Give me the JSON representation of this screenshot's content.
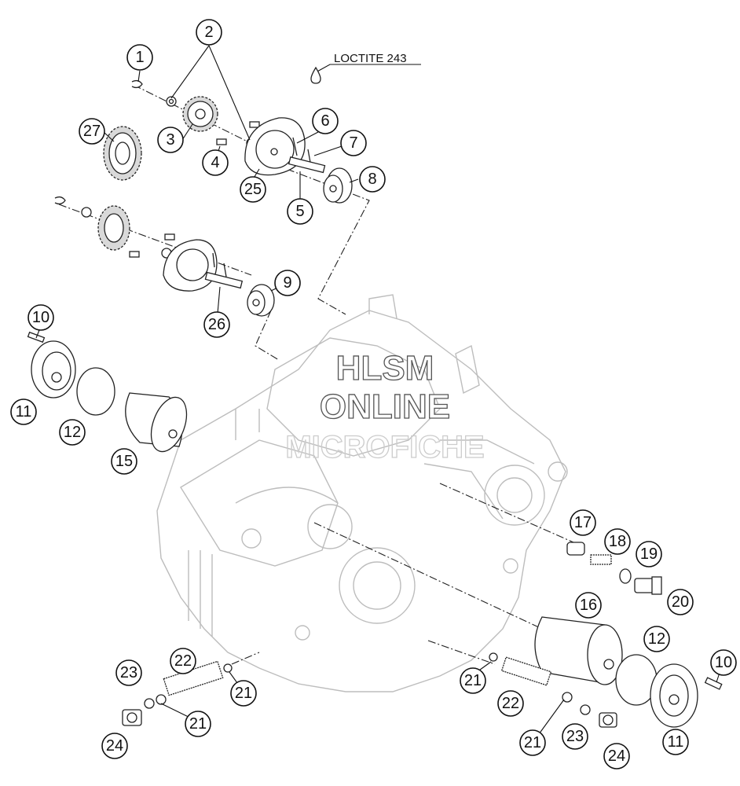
{
  "annotation": {
    "text": "LOCTITE 243"
  },
  "watermark": {
    "line1": "HLSM",
    "line2": "ONLINE",
    "line3": "MICROFICHE"
  },
  "callouts": [
    "1",
    "2",
    "3",
    "4",
    "5",
    "6",
    "7",
    "8",
    "9",
    "10",
    "10",
    "11",
    "11",
    "12",
    "12",
    "15",
    "16",
    "17",
    "18",
    "19",
    "20",
    "21",
    "21",
    "21",
    "21",
    "22",
    "22",
    "23",
    "23",
    "24",
    "24",
    "25",
    "26",
    "27"
  ]
}
